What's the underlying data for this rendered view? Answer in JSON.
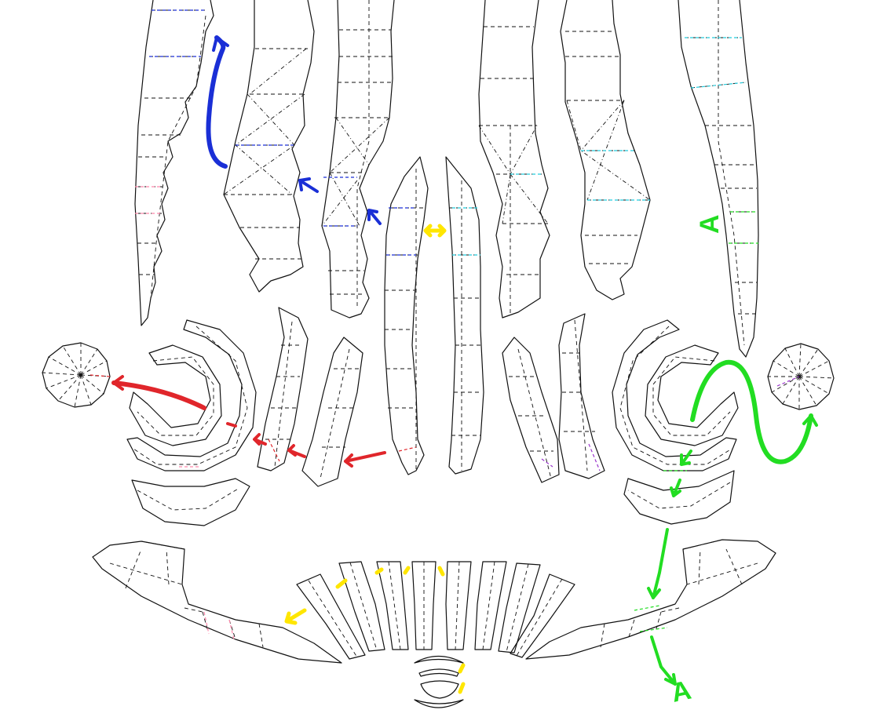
{
  "labels": {
    "a_top": "A",
    "a_bottom": "A"
  },
  "colors": {
    "outline": "#111111",
    "blue": "#1a2fd6",
    "red": "#e0262b",
    "green": "#22dd22",
    "yellow": "#ffe600",
    "pink": "#ff88aa",
    "cyan": "#22ccdd",
    "purple": "#9933cc"
  },
  "pieces": [
    "tentacle-strip-left-outer",
    "tentacle-strip-left-inner-a",
    "tentacle-strip-left-inner-b",
    "tentacle-tip-left",
    "tentacle-tip-right",
    "tentacle-strip-right-inner-b",
    "tentacle-strip-right-inner-a",
    "tentacle-strip-right-outer",
    "disc-left",
    "disc-right",
    "curl-left",
    "curl-right",
    "jaw-left",
    "jaw-right",
    "teeth-fan",
    "mouth-rings"
  ]
}
